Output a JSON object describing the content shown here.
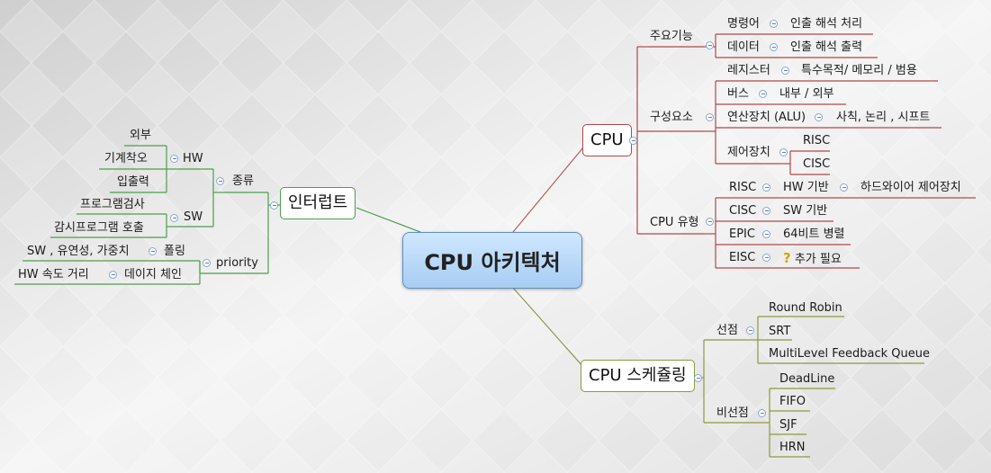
{
  "root": "CPU 아키텍처",
  "cpu": {
    "label": "CPU",
    "functions": {
      "label": "주요기능",
      "instruction": {
        "label": "명령어",
        "detail": "인출 해석 처리"
      },
      "data": {
        "label": "데이터",
        "detail": "인출 해석 출력"
      }
    },
    "components": {
      "label": "구성요소",
      "register": {
        "label": "레지스터",
        "detail": "특수목적/ 메모리 / 범용"
      },
      "bus": {
        "label": "버스",
        "detail": "내부 / 외부"
      },
      "alu": {
        "label": "연산장치 (ALU)",
        "detail": "사칙, 논리 , 시프트"
      },
      "control": {
        "label": "제어장치",
        "risc": "RISC",
        "cisc": "CISC"
      }
    },
    "types": {
      "label": "CPU 유형",
      "risc": {
        "label": "RISC",
        "detail": "HW 기반",
        "detail2": "하드와이어 제어장치"
      },
      "cisc": {
        "label": "CISC",
        "detail": "SW 기반"
      },
      "epic": {
        "label": "EPIC",
        "detail": "64비트 병렬"
      },
      "eisc": {
        "label": "EISC",
        "detail": "추가 필요"
      }
    }
  },
  "sched": {
    "label": "CPU 스케쥴링",
    "preemptive": {
      "label": "선점",
      "items": [
        "Round Robin",
        "SRT",
        "MultiLevel Feedback Queue"
      ]
    },
    "nonpreemptive": {
      "label": "비선점",
      "items": [
        "DeadLine",
        "FIFO",
        "SJF",
        "HRN"
      ]
    }
  },
  "interrupt": {
    "label": "인터럽트",
    "kinds": {
      "label": "종류",
      "hw": {
        "label": "HW",
        "items": [
          "외부",
          "기계착오",
          "입출력"
        ]
      },
      "sw": {
        "label": "SW",
        "items": [
          "프로그램검사",
          "감시프로그램 호출"
        ]
      }
    },
    "priority": {
      "label": "priority",
      "polling": {
        "label": "폴링",
        "detail": "SW , 유연성, 가중치"
      },
      "daisy": {
        "label": "데이지 체인",
        "detail": "HW 속도 거리"
      }
    }
  },
  "colors": {
    "cpu": "#b03a3a",
    "sched": "#7a8a2a",
    "interrupt": "#3a9a2a",
    "root_fill": "#b9dafa"
  },
  "icons": {
    "collapse": "collapse-icon",
    "question": "question-icon"
  }
}
